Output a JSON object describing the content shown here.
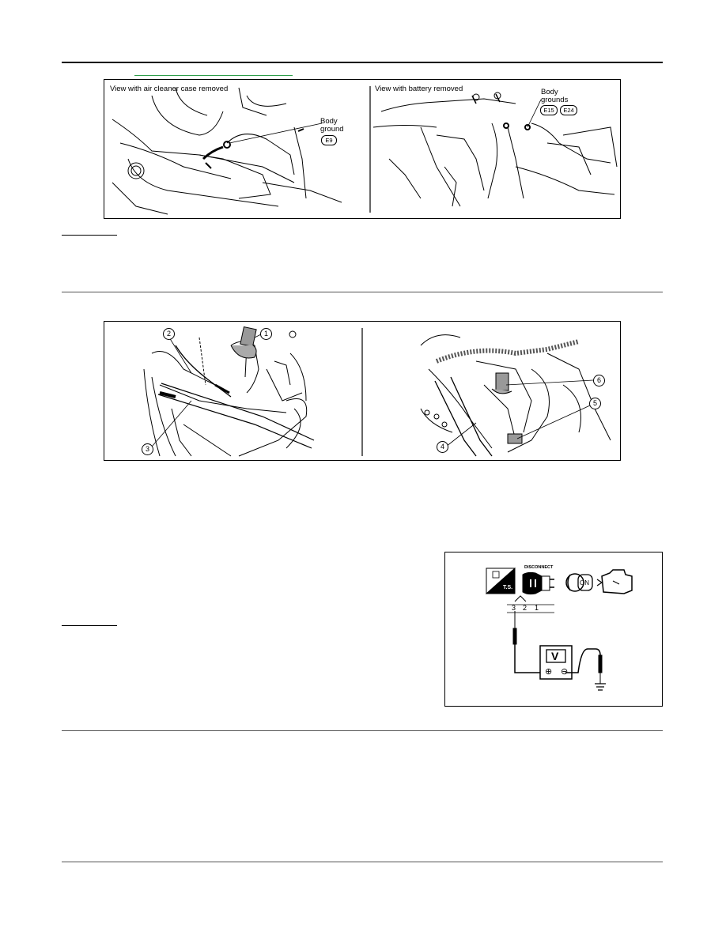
{
  "figure_ground": {
    "left_caption": "View with air cleaner case removed",
    "right_caption": "View with battery removed",
    "left_ground_label": [
      "Body",
      "ground"
    ],
    "left_connector": "E9",
    "right_ground_label": [
      "Body",
      "grounds"
    ],
    "right_connectors": [
      "E15",
      "E24"
    ]
  },
  "figure_sensors": {
    "callouts": [
      "1",
      "2",
      "3",
      "4",
      "5",
      "6"
    ]
  },
  "figure_voltmeter": {
    "icons": [
      "T.S.",
      "DISCONNECT",
      "ON"
    ],
    "terminals": [
      "3",
      "2",
      "1"
    ],
    "meter_label": "V",
    "plus": "⊕",
    "minus": "⊖"
  },
  "colors": {
    "link": "#2e9e4a",
    "line": "#000000"
  }
}
